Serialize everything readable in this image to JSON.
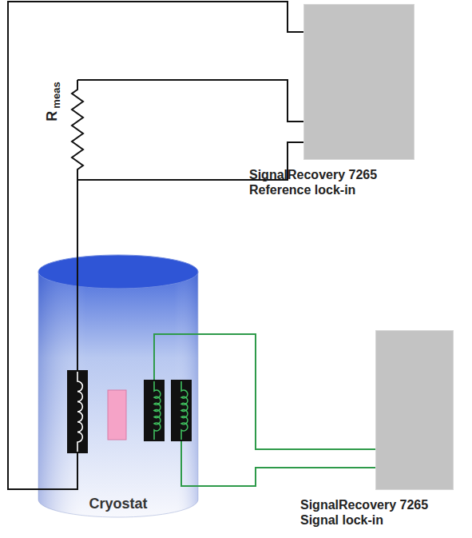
{
  "diagram": {
    "nodes": [
      {
        "text": [
          "SignalRecovery 7265 Reference lock-in"
        ]
      },
      {
        "text": [
          "Cryostat"
        ]
      },
      {
        "text": [
          "SignalRecovery 7265 Signal lock-in"
        ]
      }
    ],
    "edges": [
      {
        "from": 0,
        "to": 1,
        "arrow": "none"
      },
      {
        "from": 2,
        "to": 1,
        "arrow": "none"
      }
    ],
    "labels": [
      "R",
      "meas"
    ]
  }
}
